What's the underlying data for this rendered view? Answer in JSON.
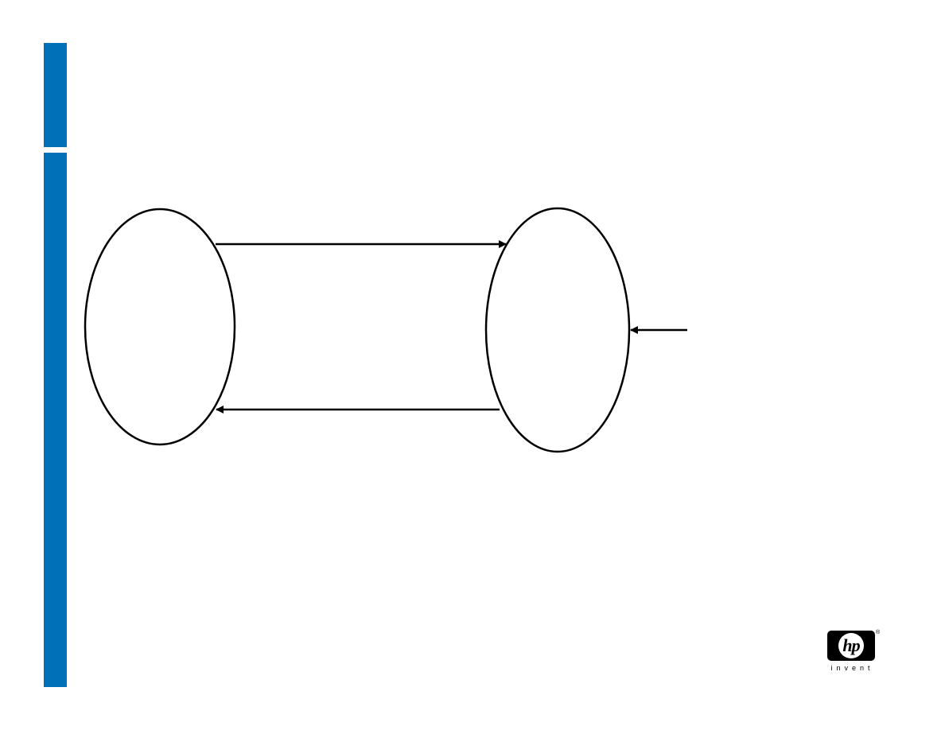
{
  "theme": {
    "accent_bar_color": "#0071b9",
    "stroke_color": "#000000"
  },
  "diagram": {
    "nodes": [
      {
        "id": "left-state",
        "label": ""
      },
      {
        "id": "right-state",
        "label": ""
      }
    ],
    "edges": [
      {
        "from": "left-state",
        "to": "right-state",
        "label": ""
      },
      {
        "from": "right-state",
        "to": "left-state",
        "label": ""
      },
      {
        "from": "external",
        "to": "right-state",
        "label": ""
      }
    ]
  },
  "logo": {
    "mark": "hp",
    "registered": "®",
    "tagline": "invent"
  }
}
